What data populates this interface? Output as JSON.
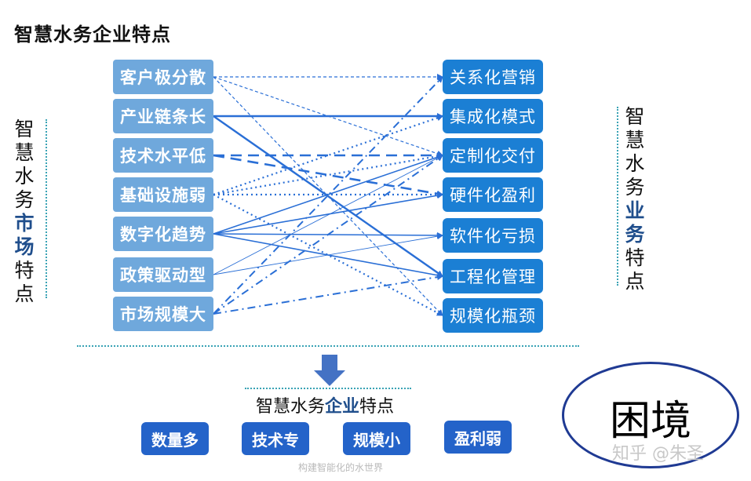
{
  "title": "智慧水务企业特点",
  "left_vertical": {
    "pre": [
      "智",
      "慧",
      "水",
      "务"
    ],
    "highlight": [
      "市",
      "场"
    ],
    "post": [
      "特",
      "点"
    ]
  },
  "right_vertical": {
    "pre": [
      "智",
      "慧",
      "水",
      "务"
    ],
    "highlight": [
      "业",
      "务"
    ],
    "post": [
      "特",
      "点"
    ]
  },
  "market_traits": [
    "客户极分散",
    "产业链条长",
    "技术水平低",
    "基础设施弱",
    "数字化趋势",
    "政策驱动型",
    "市场规模大"
  ],
  "business_traits": [
    "关系化营销",
    "集成化模式",
    "定制化交付",
    "硬件化盈利",
    "软件化亏损",
    "工程化管理",
    "规模化瓶颈"
  ],
  "links": [
    {
      "from": 0,
      "to": 0,
      "style": "dashed-thin"
    },
    {
      "from": 0,
      "to": 2,
      "style": "dashed-thin"
    },
    {
      "from": 0,
      "to": 6,
      "style": "dashed-thin"
    },
    {
      "from": 1,
      "to": 1,
      "style": "solid-thick"
    },
    {
      "from": 1,
      "to": 5,
      "style": "solid-thick"
    },
    {
      "from": 2,
      "to": 2,
      "style": "dashed-thick"
    },
    {
      "from": 2,
      "to": 3,
      "style": "dashed-thick"
    },
    {
      "from": 3,
      "to": 1,
      "style": "dotted"
    },
    {
      "from": 3,
      "to": 2,
      "style": "dotted"
    },
    {
      "from": 3,
      "to": 3,
      "style": "dotted"
    },
    {
      "from": 3,
      "to": 6,
      "style": "dotted"
    },
    {
      "from": 4,
      "to": 2,
      "style": "solid"
    },
    {
      "from": 4,
      "to": 3,
      "style": "solid"
    },
    {
      "from": 4,
      "to": 4,
      "style": "solid"
    },
    {
      "from": 4,
      "to": 5,
      "style": "solid"
    },
    {
      "from": 5,
      "to": 2,
      "style": "solid-thin"
    },
    {
      "from": 5,
      "to": 4,
      "style": "solid-thin"
    },
    {
      "from": 6,
      "to": 0,
      "style": "dashdot"
    },
    {
      "from": 6,
      "to": 2,
      "style": "dashdot"
    },
    {
      "from": 6,
      "to": 5,
      "style": "dashdot"
    }
  ],
  "subtitle": {
    "pre": "智慧水务",
    "highlight": "企业",
    "post": "特点"
  },
  "enterprise_traits": [
    "数量多",
    "技术专",
    "规模小",
    "盈利弱"
  ],
  "dilemma": "困境",
  "caption": "构建智能化的水世界",
  "watermark": "知乎 @朱圣",
  "colors": {
    "left_box": "#6fa8dc",
    "right_box": "#1b7fd4",
    "pill": "#2463c9",
    "link": "#2a6fd6",
    "dotted_rule": "#3aa3b5",
    "oval": "#1f3a93",
    "highlight": "#1f4e8c"
  }
}
